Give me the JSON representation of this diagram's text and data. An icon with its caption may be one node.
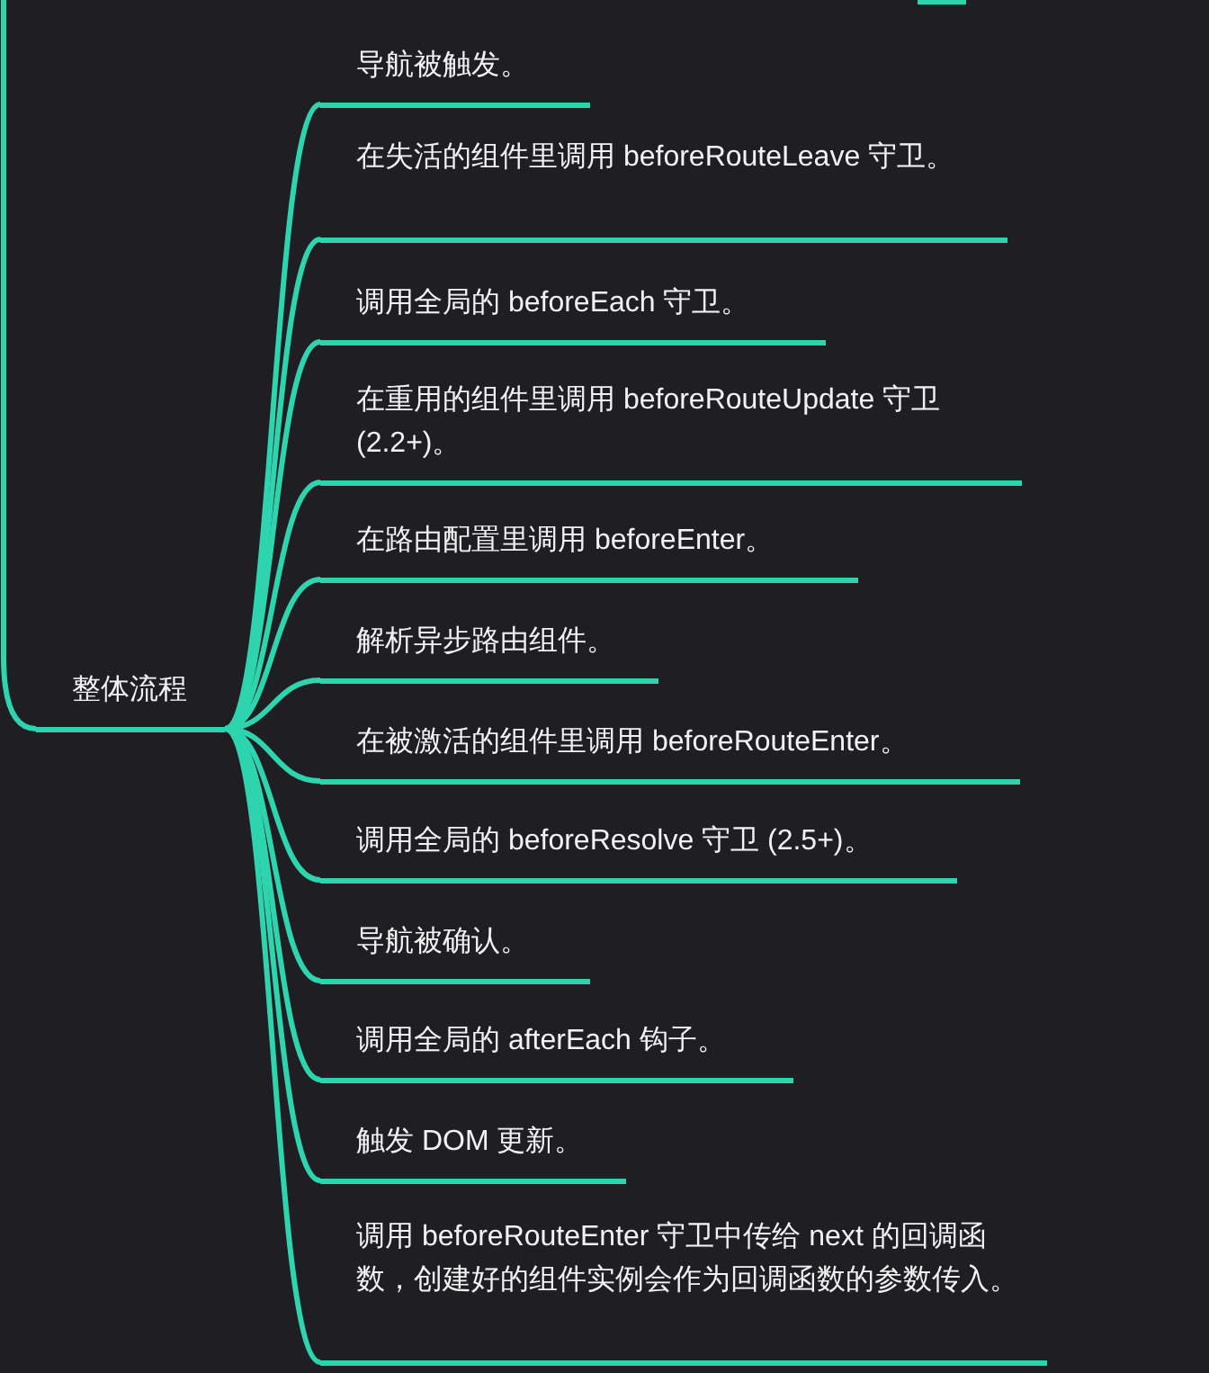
{
  "diagram": {
    "nodes": [
      {
        "text": [
          "整体流程"
        ]
      },
      {
        "text": [
          "导航被触发。"
        ]
      },
      {
        "text": [
          "在失活的组件里调用 beforeRouteLeave 守卫。"
        ]
      },
      {
        "text": [
          "调用全局的 beforeEach 守卫。"
        ]
      },
      {
        "text": [
          "在重用的组件里调用 beforeRouteUpdate 守卫 (2.2+)。"
        ]
      },
      {
        "text": [
          "在路由配置里调用 beforeEnter。"
        ]
      },
      {
        "text": [
          "解析异步路由组件。"
        ]
      },
      {
        "text": [
          "在被激活的组件里调用 beforeRouteEnter。"
        ]
      },
      {
        "text": [
          "调用全局的 beforeResolve 守卫 (2.5+)。"
        ]
      },
      {
        "text": [
          "导航被确认。"
        ]
      },
      {
        "text": [
          "调用全局的 afterEach 钩子。"
        ]
      },
      {
        "text": [
          "触发 DOM 更新。"
        ]
      },
      {
        "text": [
          "调用 beforeRouteEnter 守卫中传给 next 的回调函数，创建好的组件实例会作为回调函数的参数传入。"
        ]
      }
    ],
    "edges": [
      {
        "from": null,
        "to": 0,
        "arrow": "none"
      },
      {
        "from": 0,
        "to": 1,
        "arrow": "none"
      },
      {
        "from": 0,
        "to": 2,
        "arrow": "none"
      },
      {
        "from": 0,
        "to": 3,
        "arrow": "none"
      },
      {
        "from": 0,
        "to": 4,
        "arrow": "none"
      },
      {
        "from": 0,
        "to": 5,
        "arrow": "none"
      },
      {
        "from": 0,
        "to": 6,
        "arrow": "none"
      },
      {
        "from": 0,
        "to": 7,
        "arrow": "none"
      },
      {
        "from": 0,
        "to": 8,
        "arrow": "none"
      },
      {
        "from": 0,
        "to": 9,
        "arrow": "none"
      },
      {
        "from": 0,
        "to": 10,
        "arrow": "none"
      },
      {
        "from": 0,
        "to": 11,
        "arrow": "none"
      },
      {
        "from": 0,
        "to": 12,
        "arrow": "none"
      }
    ]
  }
}
